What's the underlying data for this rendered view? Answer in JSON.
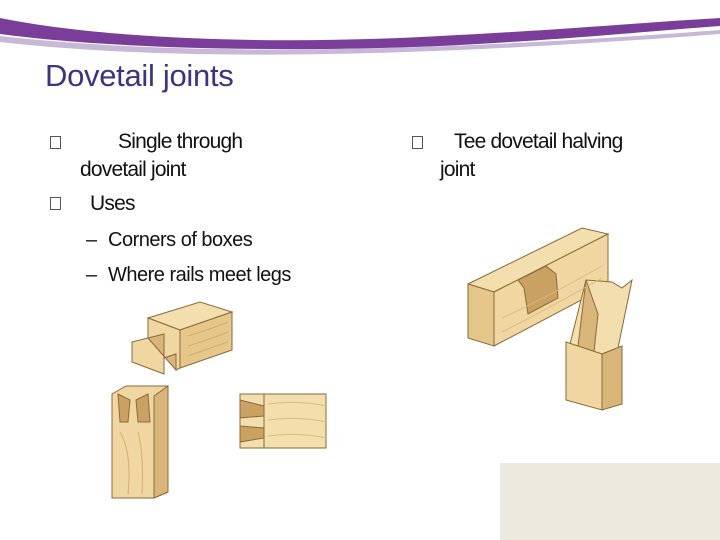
{
  "slide": {
    "title": "Dovetail joints",
    "left_column": {
      "bullet_1_line_1": "Single through",
      "bullet_1_line_2": "dovetail joint",
      "bullet_2": "Uses",
      "sub_items": [
        "Corners of boxes",
        "Where rails meet legs"
      ]
    },
    "right_column": {
      "bullet_1_line_1": "Tee dovetail halving",
      "bullet_1_line_2": "joint"
    },
    "sub_item_marker": "–"
  },
  "colors": {
    "title": "#3d3380",
    "swoosh": "#7a3e9a",
    "wood_light": "#f3dfae",
    "wood_mid": "#e6c78a",
    "wood_dark": "#c9a163",
    "corner_panel": "#ece9df"
  },
  "icons": [
    "bullet-square-icon",
    "bullet-square-icon",
    "bullet-square-icon"
  ]
}
